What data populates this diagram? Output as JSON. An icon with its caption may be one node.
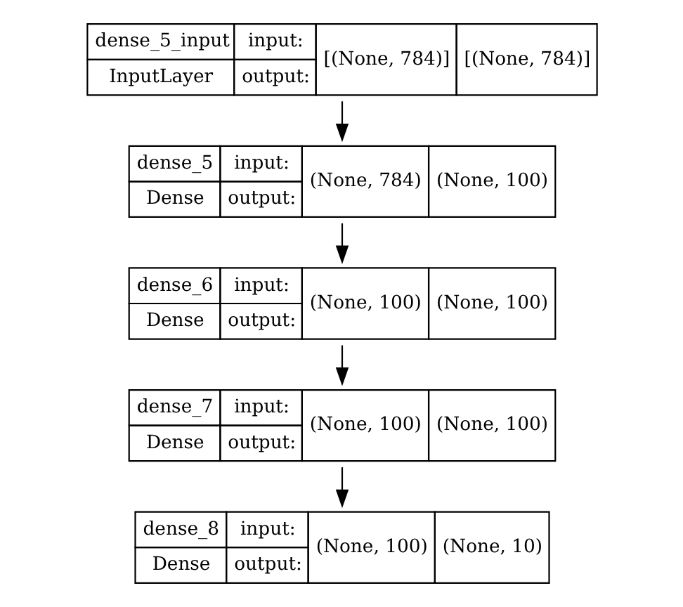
{
  "diagram": {
    "nodes": [
      {
        "text": [
          "dense_5_input",
          "InputLayer",
          "input:",
          "output:",
          "[(None, 784)]",
          "[(None, 784)]"
        ]
      },
      {
        "text": [
          "dense_5",
          "Dense",
          "input:",
          "output:",
          "(None, 784)",
          "(None, 100)"
        ]
      },
      {
        "text": [
          "dense_6",
          "Dense",
          "input:",
          "output:",
          "(None, 100)",
          "(None, 100)"
        ]
      },
      {
        "text": [
          "dense_7",
          "Dense",
          "input:",
          "output:",
          "(None, 100)",
          "(None, 100)"
        ]
      },
      {
        "text": [
          "dense_8",
          "Dense",
          "input:",
          "output:",
          "(None, 100)",
          "(None, 10)"
        ]
      }
    ],
    "edges": [
      {
        "from": 0,
        "to": 1,
        "arrow": "to"
      },
      {
        "from": 1,
        "to": 2,
        "arrow": "to"
      },
      {
        "from": 2,
        "to": 3,
        "arrow": "to"
      },
      {
        "from": 3,
        "to": 4,
        "arrow": "to"
      }
    ]
  }
}
